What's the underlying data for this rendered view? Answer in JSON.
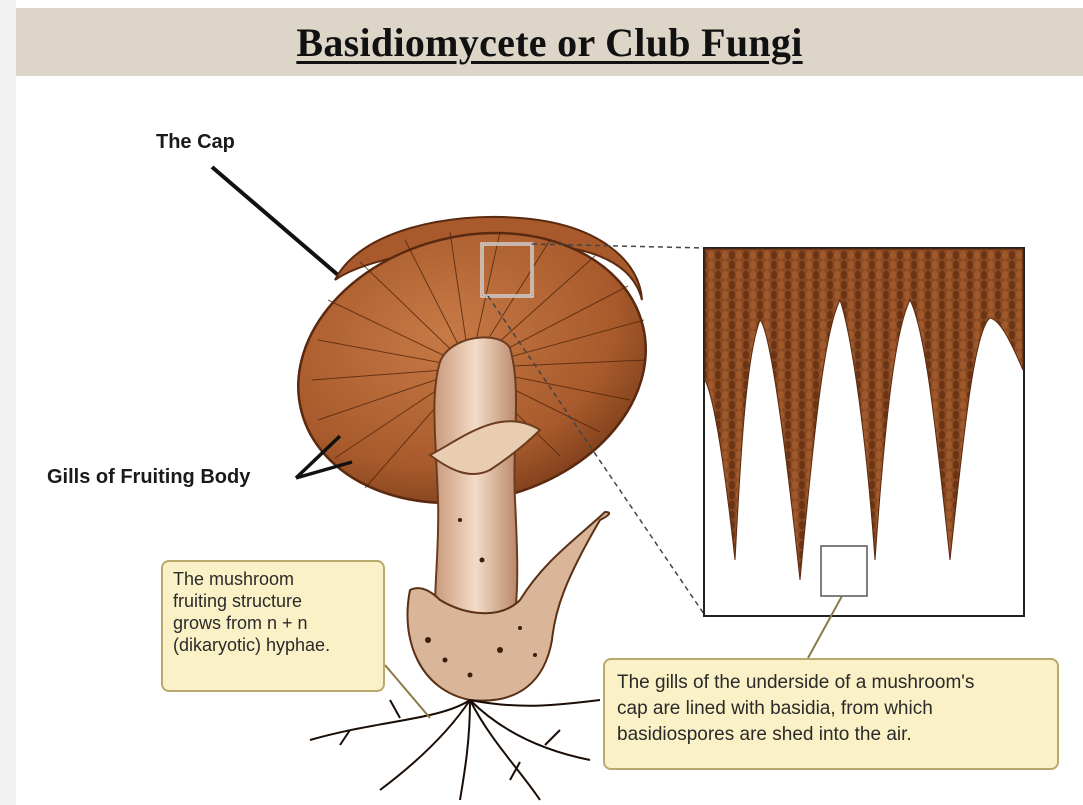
{
  "title": "Basidiomycete or Club Fungi",
  "labels": {
    "cap": "The Cap",
    "gills": "Gills of Fruiting Body"
  },
  "callouts": {
    "mushroom": {
      "lines": [
        "The mushroom",
        "fruiting structure",
        "grows from n + n",
        "(dikaryotic) hyphae."
      ]
    },
    "gills": {
      "lines": [
        "The gills of the underside of a mushroom's",
        "cap are lined with basidia, from which",
        "basidiospores are shed into the air."
      ]
    }
  },
  "colors": {
    "cap": "#a85a2c",
    "gills": "#8a4a22",
    "stalk": "#e6c2a4",
    "callout_bg": "#fbf1c6",
    "title_bar": "#ddd6c8"
  }
}
